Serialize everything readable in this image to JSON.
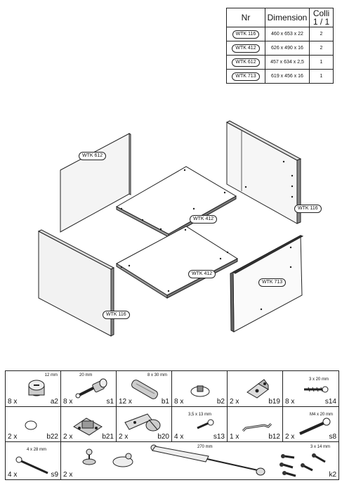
{
  "table": {
    "headers": [
      "Nr",
      "Dimension",
      "Colli 1 / 1"
    ],
    "rows": [
      {
        "nr": "WTK 116",
        "dim": "460 x 653 x 22",
        "colli": "2"
      },
      {
        "nr": "WTK 412",
        "dim": "626 x 490 x 16",
        "colli": "2"
      },
      {
        "nr": "WTK 612",
        "dim": "457 x 634 x 2,5",
        "colli": "1"
      },
      {
        "nr": "WTK 713",
        "dim": "619 x 456 x 16",
        "colli": "1"
      }
    ]
  },
  "panel_labels": {
    "back": "WTK 612",
    "side_right": "WTK 116",
    "shelf_top": "WTK 412",
    "shelf_bottom": "WTK 412",
    "side_left": "WTK 116",
    "door": "WTK 713"
  },
  "hardware": [
    {
      "qty": "8 x",
      "code": "a2",
      "dim": "12 mm",
      "icon": "cam-lock-icon"
    },
    {
      "qty": "8 x",
      "code": "s1",
      "dim": "20 mm",
      "icon": "cam-bolt-icon"
    },
    {
      "qty": "12 x",
      "code": "b1",
      "dim": "8 x 30 mm",
      "icon": "dowel-icon"
    },
    {
      "qty": "8 x",
      "code": "b2",
      "dim": "",
      "icon": "shelf-pin-icon"
    },
    {
      "qty": "2 x",
      "code": "b19",
      "dim": "",
      "icon": "bracket-icon"
    },
    {
      "qty": "8 x",
      "code": "s14",
      "dim": "3 x 20 mm",
      "icon": "screw-icon"
    },
    {
      "qty": "2 x",
      "code": "b22",
      "dim": "",
      "icon": "cover-cap-icon"
    },
    {
      "qty": "2 x",
      "code": "b21",
      "dim": "",
      "icon": "hinge-plate-icon"
    },
    {
      "qty": "2 x",
      "code": "b20",
      "dim": "",
      "icon": "hinge-icon"
    },
    {
      "qty": "4 x",
      "code": "s13",
      "dim": "3,5 x 13 mm",
      "icon": "short-screw-icon"
    },
    {
      "qty": "1 x",
      "code": "b12",
      "dim": "",
      "icon": "handle-icon"
    },
    {
      "qty": "2 x",
      "code": "s8",
      "dim": "M4 x 20 mm",
      "icon": "bolt-icon"
    },
    {
      "qty": "4 x",
      "code": "s9",
      "dim": "4 x 28 mm",
      "icon": "long-screw-icon"
    },
    {
      "qty": "2 x",
      "code": "k2",
      "dim": "270 mm",
      "dim2": "3 x 14 mm",
      "icon": "gas-strut-kit-icon"
    }
  ]
}
